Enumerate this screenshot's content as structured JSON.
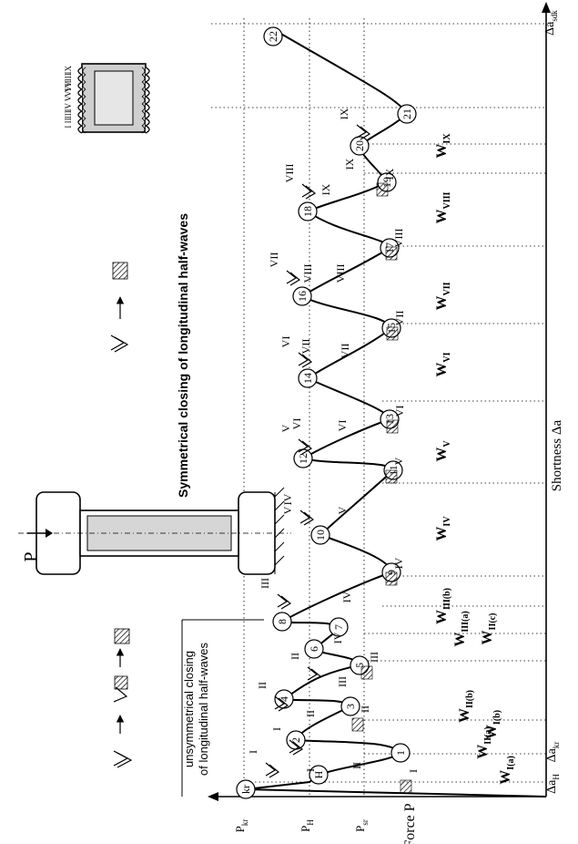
{
  "axes": {
    "x_label": "Shortness Δa",
    "y_label": "Force P",
    "x_end_label": "Δa",
    "x_end_sub": "sdk",
    "x_start_labels": [
      {
        "main": "Δa",
        "sub": "H"
      },
      {
        "main": "Δa",
        "sub": "kr"
      }
    ],
    "y_ticks": [
      {
        "main": "P",
        "sub": "kr"
      },
      {
        "main": "P",
        "sub": "H"
      },
      {
        "main": "P",
        "sub": "sr"
      }
    ]
  },
  "regions": {
    "unsymmetrical": [
      "unsymmetrical closing",
      "of longitudinal half-waves"
    ],
    "symmetrical": "Symmetrical closing of longitudinal half-waves"
  },
  "specimen": {
    "load_label": "P"
  },
  "corrugated_tube_labels": [
    "IX",
    "VIII",
    "VII",
    "VI",
    "V",
    "IV",
    "III",
    "II",
    "I"
  ],
  "peak_markers": [
    "kr",
    "2",
    "4",
    "6",
    "8",
    "10",
    "12",
    "14",
    "16",
    "18",
    "20",
    "22"
  ],
  "valley_markers": [
    "H",
    "1",
    "3",
    "5",
    "7",
    "9",
    "11",
    "13",
    "15",
    "17",
    "19",
    "21"
  ],
  "fold_labels": {
    "peaks": [
      "I",
      "I",
      "II",
      "II",
      "III",
      "IV",
      "V",
      "VI",
      "VII",
      "VIII",
      "IX"
    ],
    "valleys": [
      "I",
      "II",
      "III",
      "IV",
      "V",
      "VI",
      "VII",
      "VIII",
      "IX"
    ],
    "slopes": [
      "I",
      "II",
      "II",
      "III",
      "IV",
      "IV",
      "V",
      "V",
      "VI",
      "VI",
      "VII",
      "VII",
      "VIII",
      "VIII",
      "IX",
      "IX"
    ]
  },
  "work_labels": [
    {
      "main": "W",
      "sub": "I(a)"
    },
    {
      "main": "W",
      "sub": "II(a)"
    },
    {
      "main": "W",
      "sub": "I(b)"
    },
    {
      "main": "W",
      "sub": "II(b)"
    },
    {
      "main": "W",
      "sub": "III(a)"
    },
    {
      "main": "W",
      "sub": "II(c)"
    },
    {
      "main": "W",
      "sub": "III(b)"
    },
    {
      "main": "W",
      "sub": "IV"
    },
    {
      "main": "W",
      "sub": "V"
    },
    {
      "main": "W",
      "sub": "VI"
    },
    {
      "main": "W",
      "sub": "VII"
    },
    {
      "main": "W",
      "sub": "VIII"
    },
    {
      "main": "W",
      "sub": "IX"
    }
  ]
}
